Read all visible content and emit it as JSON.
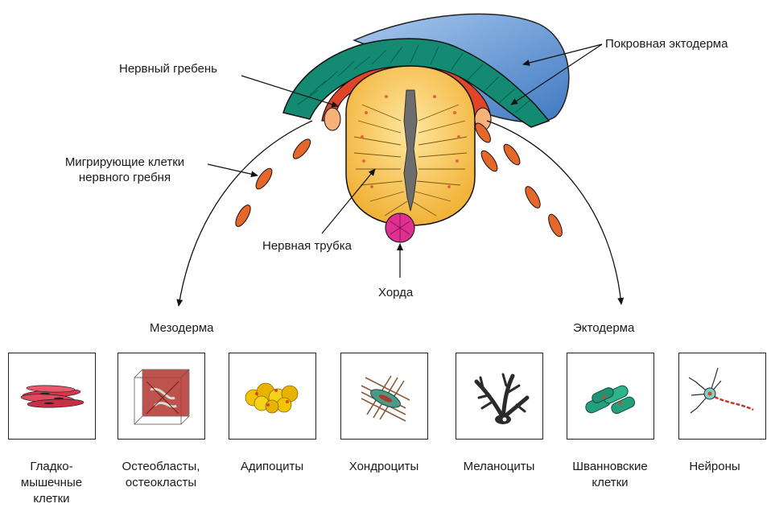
{
  "labels": {
    "neural_crest": "Нервный гребень",
    "surface_ectoderm": "Покровная эктодерма",
    "migrating_cells_line1": "Мигрирующие клетки",
    "migrating_cells_line2": "нервного гребня",
    "neural_tube": "Нервная трубка",
    "notochord": "Хорда",
    "mesoderm": "Мезодерма",
    "ectoderm": "Эктодерма"
  },
  "cell_types": [
    {
      "icon": "smooth-muscle-icon",
      "lines": [
        "Гладко-",
        "мышечные",
        "клетки"
      ]
    },
    {
      "icon": "osteoblast-icon",
      "lines": [
        "Остеобласты,",
        "остеокласты"
      ]
    },
    {
      "icon": "adipocyte-icon",
      "lines": [
        "Адипоциты"
      ]
    },
    {
      "icon": "chondrocyte-icon",
      "lines": [
        "Хондроциты"
      ]
    },
    {
      "icon": "melanocyte-icon",
      "lines": [
        "Меланоциты"
      ]
    },
    {
      "icon": "schwann-cell-icon",
      "lines": [
        "Шванновские",
        "клетки"
      ]
    },
    {
      "icon": "neuron-icon",
      "lines": [
        "Нейроны"
      ]
    }
  ],
  "colors": {
    "surface_ectoderm": "#5b92cf",
    "ectoderm_layer": "#138a72",
    "neural_crest": "#e2442a",
    "neural_tube": "#f5c24a",
    "lumen": "#6d6d6d",
    "notochord": "#e0308f",
    "migrating_cell": "#e6672a"
  }
}
